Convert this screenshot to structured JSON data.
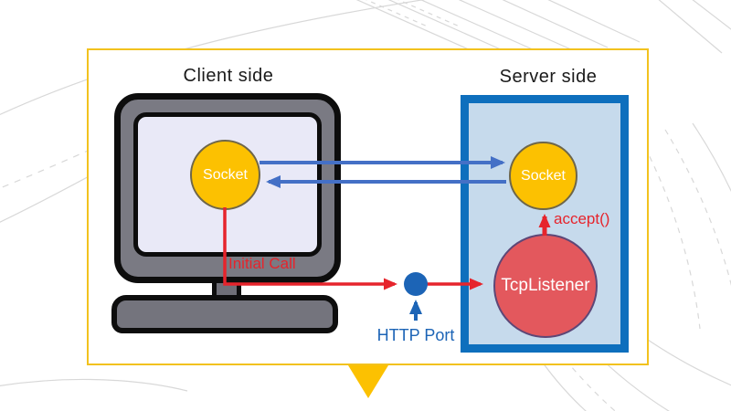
{
  "client": {
    "label": "Client side",
    "socket_label": "Socket"
  },
  "server": {
    "label": "Server side",
    "socket_label": "Socket",
    "listener_label": "TcpListener"
  },
  "annotations": {
    "initial_call": "Initial Call",
    "accept": "accept()",
    "http_port": "HTTP Port"
  },
  "colors": {
    "frame_gold": "#F2C21E",
    "shape_gold": "#FCC101",
    "arrow_blue": "#4470C6",
    "arrow_red": "#E6242C",
    "http_blue": "#1C64B6",
    "server_border_blue": "#0E6FBD",
    "server_fill_blue": "#C6DAEC",
    "listener_red": "#E3585D",
    "monitor_gray": "#7A7A83",
    "screen_lavender": "#E9E9F7"
  }
}
